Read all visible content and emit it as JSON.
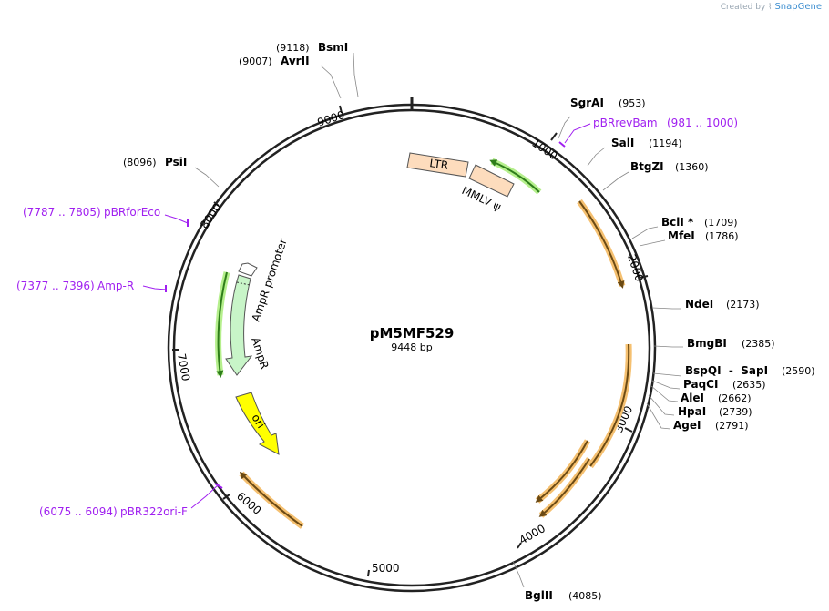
{
  "watermark": {
    "prefix": "Created by",
    "brand": "SnapGene"
  },
  "plasmid": {
    "name": "pM5MF529",
    "length_label": "9448 bp",
    "length": 9448
  },
  "ticks": [
    "1000",
    "2000",
    "3000",
    "4000",
    "5000",
    "6000",
    "7000",
    "8000",
    "9000"
  ],
  "sites": [
    {
      "name": "BsmI",
      "pos": "(9118)"
    },
    {
      "name": "AvrII",
      "pos": "(9007)"
    },
    {
      "name": "SgrAI",
      "pos": "(953)"
    },
    {
      "name": "SalI",
      "pos": "(1194)"
    },
    {
      "name": "BtgZI",
      "pos": "(1360)"
    },
    {
      "name": "BclI *",
      "pos": "(1709)"
    },
    {
      "name": "MfeI",
      "pos": "(1786)"
    },
    {
      "name": "NdeI",
      "pos": "(2173)"
    },
    {
      "name": "BmgBI",
      "pos": "(2385)"
    },
    {
      "name": "BspQI  -  SapI",
      "pos": "(2590)"
    },
    {
      "name": "PaqCI",
      "pos": "(2635)"
    },
    {
      "name": "AleI",
      "pos": "(2662)"
    },
    {
      "name": "HpaI",
      "pos": "(2739)"
    },
    {
      "name": "AgeI",
      "pos": "(2791)"
    },
    {
      "name": "BglII",
      "pos": "(4085)"
    },
    {
      "name": "PsiI",
      "pos": "(8096)"
    }
  ],
  "primers": [
    {
      "name": "pBRrevBam",
      "range": "(981 .. 1000)"
    },
    {
      "name": "pBRforEco",
      "range": "(7787 .. 7805)"
    },
    {
      "name": "Amp-R",
      "range": "(7377 .. 7396)"
    },
    {
      "name": "pBR322ori-F",
      "range": "(6075 .. 6094)"
    }
  ],
  "features": [
    {
      "name": "LTR",
      "color": "#fddcbd"
    },
    {
      "name": "MMLV ψ",
      "color": "#fddcbd"
    },
    {
      "name": "AmpR promoter",
      "color": "#ffffff"
    },
    {
      "name": "AmpR",
      "color": "#c8f5c8"
    },
    {
      "name": "ori",
      "color": "#ffff00"
    }
  ],
  "colors": {
    "orf": "#8b5a1a",
    "orf_glow": "#f5c070",
    "green_orf": "#2e7d1a",
    "green_glow": "#b5ef8c",
    "primer": "#a020f0"
  }
}
